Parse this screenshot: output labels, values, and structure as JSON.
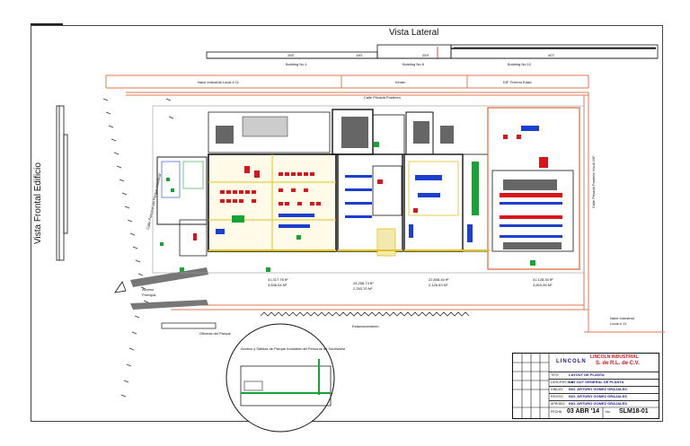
{
  "sheet": {
    "tag": "",
    "title_side_view": "Vista Lateral",
    "title_front_view": "Vista Frontal Edificio"
  },
  "side_view": {
    "buildings": [
      "Building No.1",
      "Building No.8",
      "Building No.12"
    ],
    "dimensions": [
      "265'",
      "190'",
      "253'",
      "407'"
    ]
  },
  "plan_labels": {
    "neighbors_top": [
      "Nave Industrial Local # 11",
      "Kinder",
      "DIF Terreno Edad"
    ],
    "street_rear": "Calle Privada Posterior",
    "main_access": [
      "Acceso",
      "Principal"
    ],
    "offices": "Oficinas del Parque",
    "parking": "Estacionamiento",
    "neighbor_right": [
      "Nave Industrial",
      "Local # 11"
    ],
    "side_street_right": "Calle Privada Paralela Vía Al DIF",
    "side_street_left": "Calle Principal del Parque Industrial"
  },
  "areas": [
    {
      "sqft": "41,317.76 ft²",
      "sqm": "3,838.54 M²"
    },
    {
      "sqft": "24,258.73 ft²",
      "sqm": "2,253.70 M²"
    },
    {
      "sqft": "22,808.40 ft²",
      "sqm": "2,126.53 M²"
    },
    {
      "sqft": "41,128.30 ft²",
      "sqm": "3,820.96 M²"
    }
  ],
  "detail": {
    "title": "Acceso y Salidas de Parque Industrial del Personal de Southwest"
  },
  "title_block": {
    "company_logo": "LINCOLN",
    "company_name": "LINCOLN INDUSTRIAL",
    "company_suffix": "S. de R.L. de C.V.",
    "rows": [
      {
        "label": "TIPO:",
        "value": "LAYOUT DE PLANTA"
      },
      {
        "label": "DESCRIPCION:",
        "value": "LAY OUT GENERAL DE PLANTA"
      },
      {
        "label": "DIBUJO:",
        "value": "ING. ARTURO GOMEZ GRAJALES"
      },
      {
        "label": "REVISO:",
        "value": "ING. ARTURO GOMEZ GRAJALES"
      },
      {
        "label": "APROBO:",
        "value": "ING. ARTURO GOMEZ GRAJALES"
      }
    ],
    "date_label": "FECHA",
    "date": "03 ABR '14",
    "drawing_no_label": "No.",
    "drawing_no": "SLM18-01"
  },
  "colors": {
    "boundary": "#e07a50",
    "walls": "#222222",
    "equipment_red": "#d8151b",
    "equipment_blue": "#1d3fd0",
    "equipment_green": "#16a535",
    "accent_yellow": "#e2c21c"
  }
}
